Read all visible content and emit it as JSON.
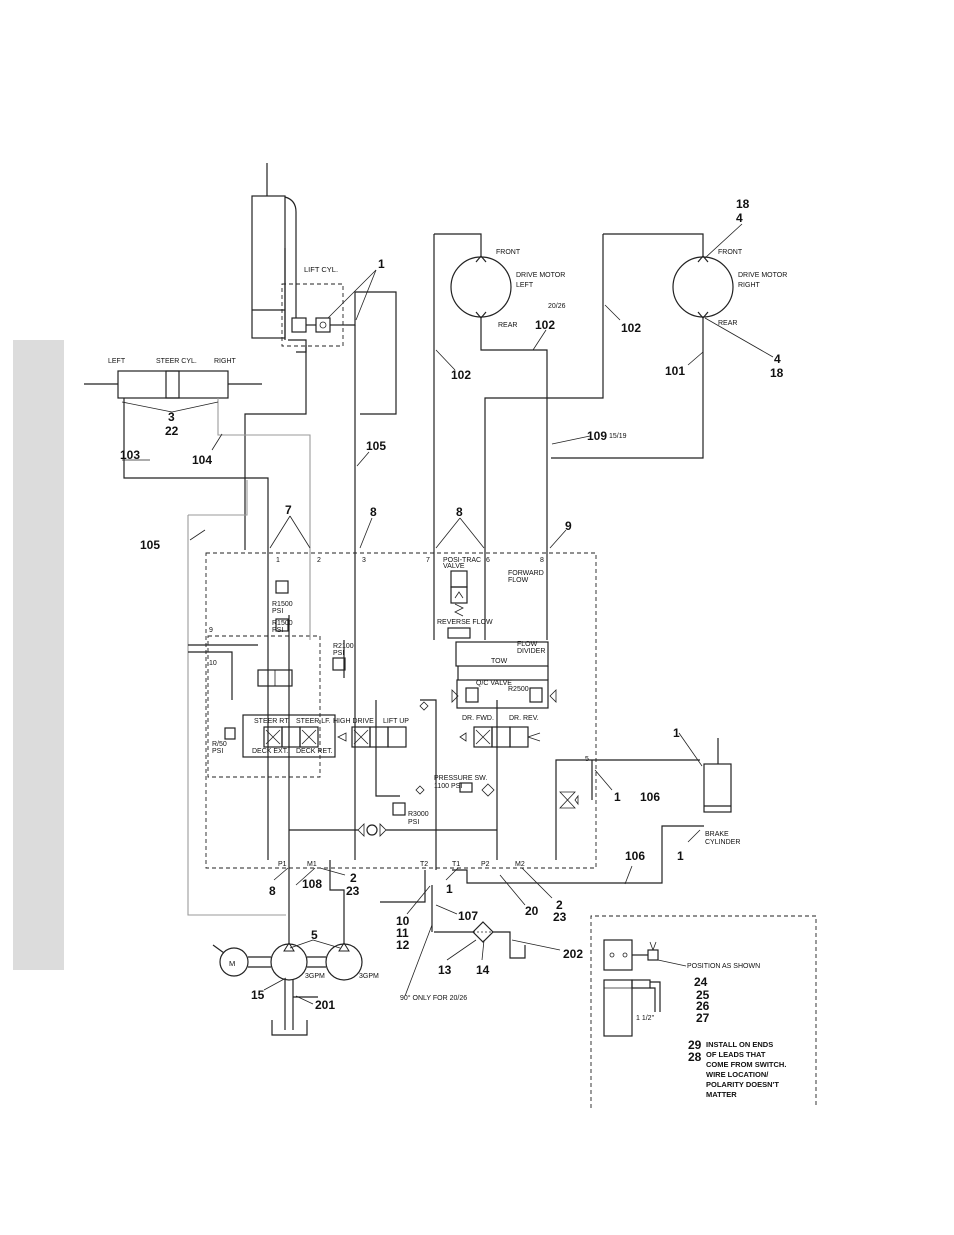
{
  "components": {
    "lift_cyl": "LIFT CYL.",
    "steer_cyl": "STEER CYL.",
    "left": "LEFT",
    "right": "RIGHT",
    "front": "FRONT",
    "rear": "REAR",
    "drive_motor_left": [
      "DRIVE MOTOR",
      "LEFT"
    ],
    "drive_motor_right": [
      "DRIVE MOTOR",
      "RIGHT"
    ],
    "model_20_26": "20/26",
    "model_15_19": "15/19",
    "forward_flow": [
      "FORWARD",
      "FLOW"
    ],
    "posi_trac": [
      "POSI-TRAC",
      "VALVE"
    ],
    "reverse_flow": "REVERSE FLOW",
    "flow_divider": [
      "FLOW",
      "DIVIDER"
    ],
    "tow": "TOW",
    "qc_valve": "Q/C VALVE",
    "r2500": "R2500",
    "dr_fwd": "DR. FWD.",
    "dr_rev": "DR. REV.",
    "r1500": [
      "R1500",
      "PSI"
    ],
    "r2100": [
      "R2100",
      "PSI"
    ],
    "r750": [
      "R/50",
      "PSI"
    ],
    "r3000": [
      "R3000",
      "PSI"
    ],
    "steer_rt": "STEER RT.",
    "steer_lf": "STEER LF.",
    "high_drive": "HIGH DRIVE",
    "lift_up": "LIFT UP",
    "deck_ext": "DECK EXT.",
    "deck_ret": "DECK RET.",
    "pressure_sw": [
      "PRESSURE SW.",
      "1100 PSI"
    ],
    "brake_cylinder": [
      "BRAKE",
      "CYLINDER"
    ],
    "gpm": "3GPM",
    "motor": "M",
    "note_90": "90° ONLY FOR 20/26",
    "position_as_shown": "POSITION AS SHOWN",
    "inch": "1 1/2\"",
    "install_note": [
      "INSTALL ON ENDS",
      "OF LEADS THAT",
      "COME FROM SWITCH.",
      "WIRE LOCATION/",
      "POLARITY DOESN'T",
      "MATTER"
    ]
  },
  "ports": {
    "p1": "P1",
    "m1": "M1",
    "t2": "T2",
    "t1": "T1",
    "p2": "P2",
    "m2": "M2",
    "n1": "1",
    "n2": "2",
    "n3": "3",
    "n7": "7",
    "n6": "6",
    "n8": "8",
    "n9": "9",
    "n10": "10",
    "n5": "5",
    "n15": "1",
    "n16": "2"
  },
  "callouts": {
    "c1_top": "1",
    "c3": "3",
    "c22": "22",
    "c103": "103",
    "c104": "104",
    "c105a": "105",
    "c105b": "105",
    "c7": "7",
    "c8a": "8",
    "c8b": "8",
    "c9": "9",
    "c102a": "102",
    "c102b": "102",
    "c102c": "102",
    "c109": "109",
    "c18a": "18",
    "c4a": "4",
    "c4b": "4",
    "c18b": "18",
    "c101": "101",
    "c1_brake_a": "1",
    "c1_brake_b": "1",
    "c1_brake_c": "1",
    "c106a": "106",
    "c106b": "106",
    "c8c": "8",
    "c108": "108",
    "c2a": "2",
    "c23a": "23",
    "c1_t": "1",
    "c20": "20",
    "c2b": "2",
    "c23b": "23",
    "c10": "10",
    "c11": "11",
    "c12": "12",
    "c107": "107",
    "c13": "13",
    "c14": "14",
    "c202": "202",
    "c5": "5",
    "c15": "15",
    "c201": "201",
    "c24": "24",
    "c25": "25",
    "c26": "26",
    "c27": "27",
    "c29": "29",
    "c28": "28"
  }
}
